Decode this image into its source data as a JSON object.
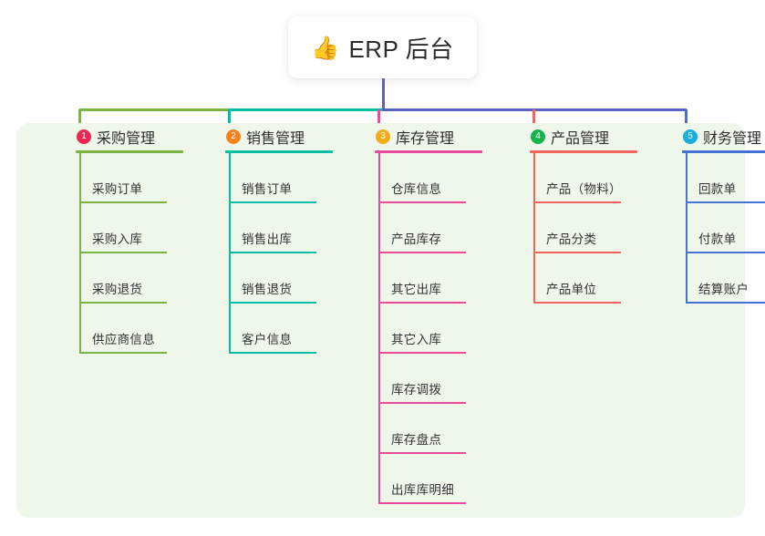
{
  "root": {
    "icon": "thumbs-up-emoji",
    "emoji": "👍",
    "title": "ERP 后台"
  },
  "theme": {
    "panel_bg": "#eef7ea",
    "page_bg": "#ffffff",
    "root_card_bg": "#ffffff",
    "bus_left_color": "#7cb342",
    "bus_mid_color": "#00bfa5",
    "bus_right_color": "#5c5fc4",
    "stem_color": "#5c5fc4"
  },
  "columns": [
    {
      "number": "1",
      "title": "采购管理",
      "badge_color": "#ed2553",
      "line_color": "#7cb342",
      "items": [
        {
          "label": "采购订单"
        },
        {
          "label": "采购入库"
        },
        {
          "label": "采购退货"
        },
        {
          "label": "供应商信息"
        }
      ]
    },
    {
      "number": "2",
      "title": "销售管理",
      "badge_color": "#f5821f",
      "line_color": "#00bfa5",
      "items": [
        {
          "label": "销售订单"
        },
        {
          "label": "销售出库"
        },
        {
          "label": "销售退货"
        },
        {
          "label": "客户信息"
        }
      ]
    },
    {
      "number": "3",
      "title": "库存管理",
      "badge_color": "#f2ab1b",
      "line_color": "#e84c9a",
      "items": [
        {
          "label": "仓库信息"
        },
        {
          "label": "产品库存"
        },
        {
          "label": "其它出库"
        },
        {
          "label": "其它入库"
        },
        {
          "label": "库存调拨"
        },
        {
          "label": "库存盘点"
        },
        {
          "label": "出库库明细"
        }
      ]
    },
    {
      "number": "4",
      "title": "产品管理",
      "badge_color": "#18b34e",
      "line_color": "#f4645f",
      "items": [
        {
          "label": "产品（物料）"
        },
        {
          "label": "产品分类"
        },
        {
          "label": "产品单位"
        }
      ]
    },
    {
      "number": "5",
      "title": "财务管理",
      "badge_color": "#19aee0",
      "line_color": "#4472d4",
      "items": [
        {
          "label": "回款单"
        },
        {
          "label": "付款单"
        },
        {
          "label": "结算账户"
        }
      ]
    }
  ]
}
